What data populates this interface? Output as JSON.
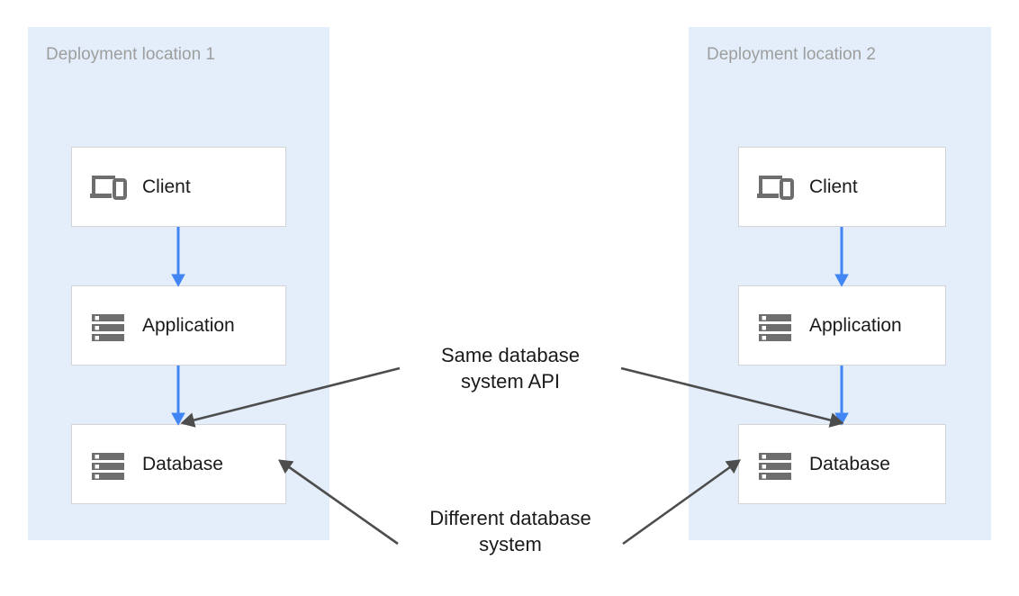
{
  "diagram": {
    "title_visible": false,
    "background_color": "#ffffff",
    "panel_color": "#e3eefa",
    "flow_arrow_color": "#4285f4",
    "annotation_arrow_color": "#4d4d4d",
    "node_border_color": "#d4d4d4",
    "panel_title_color": "#9e9e9e"
  },
  "panels": [
    {
      "id": "deployment-location-1",
      "title": "Deployment location 1",
      "nodes": [
        {
          "id": "client-1",
          "label": "Client",
          "icon": "devices-icon"
        },
        {
          "id": "application-1",
          "label": "Application",
          "icon": "server-icon"
        },
        {
          "id": "database-1",
          "label": "Database",
          "icon": "server-icon"
        }
      ],
      "flows": [
        {
          "from": "client-1",
          "to": "application-1"
        },
        {
          "from": "application-1",
          "to": "database-1"
        }
      ]
    },
    {
      "id": "deployment-location-2",
      "title": "Deployment location 2",
      "nodes": [
        {
          "id": "client-2",
          "label": "Client",
          "icon": "devices-icon"
        },
        {
          "id": "application-2",
          "label": "Application",
          "icon": "server-icon"
        },
        {
          "id": "database-2",
          "label": "Database",
          "icon": "server-icon"
        }
      ],
      "flows": [
        {
          "from": "client-2",
          "to": "application-2"
        },
        {
          "from": "application-2",
          "to": "database-2"
        }
      ]
    }
  ],
  "annotations": [
    {
      "id": "same-database-system-api",
      "line1": "Same database",
      "line2": "system API",
      "points_to": [
        "database-1",
        "database-2"
      ]
    },
    {
      "id": "different-database-system",
      "line1": "Different database",
      "line2": "system",
      "points_to": [
        "database-1",
        "database-2"
      ]
    }
  ]
}
